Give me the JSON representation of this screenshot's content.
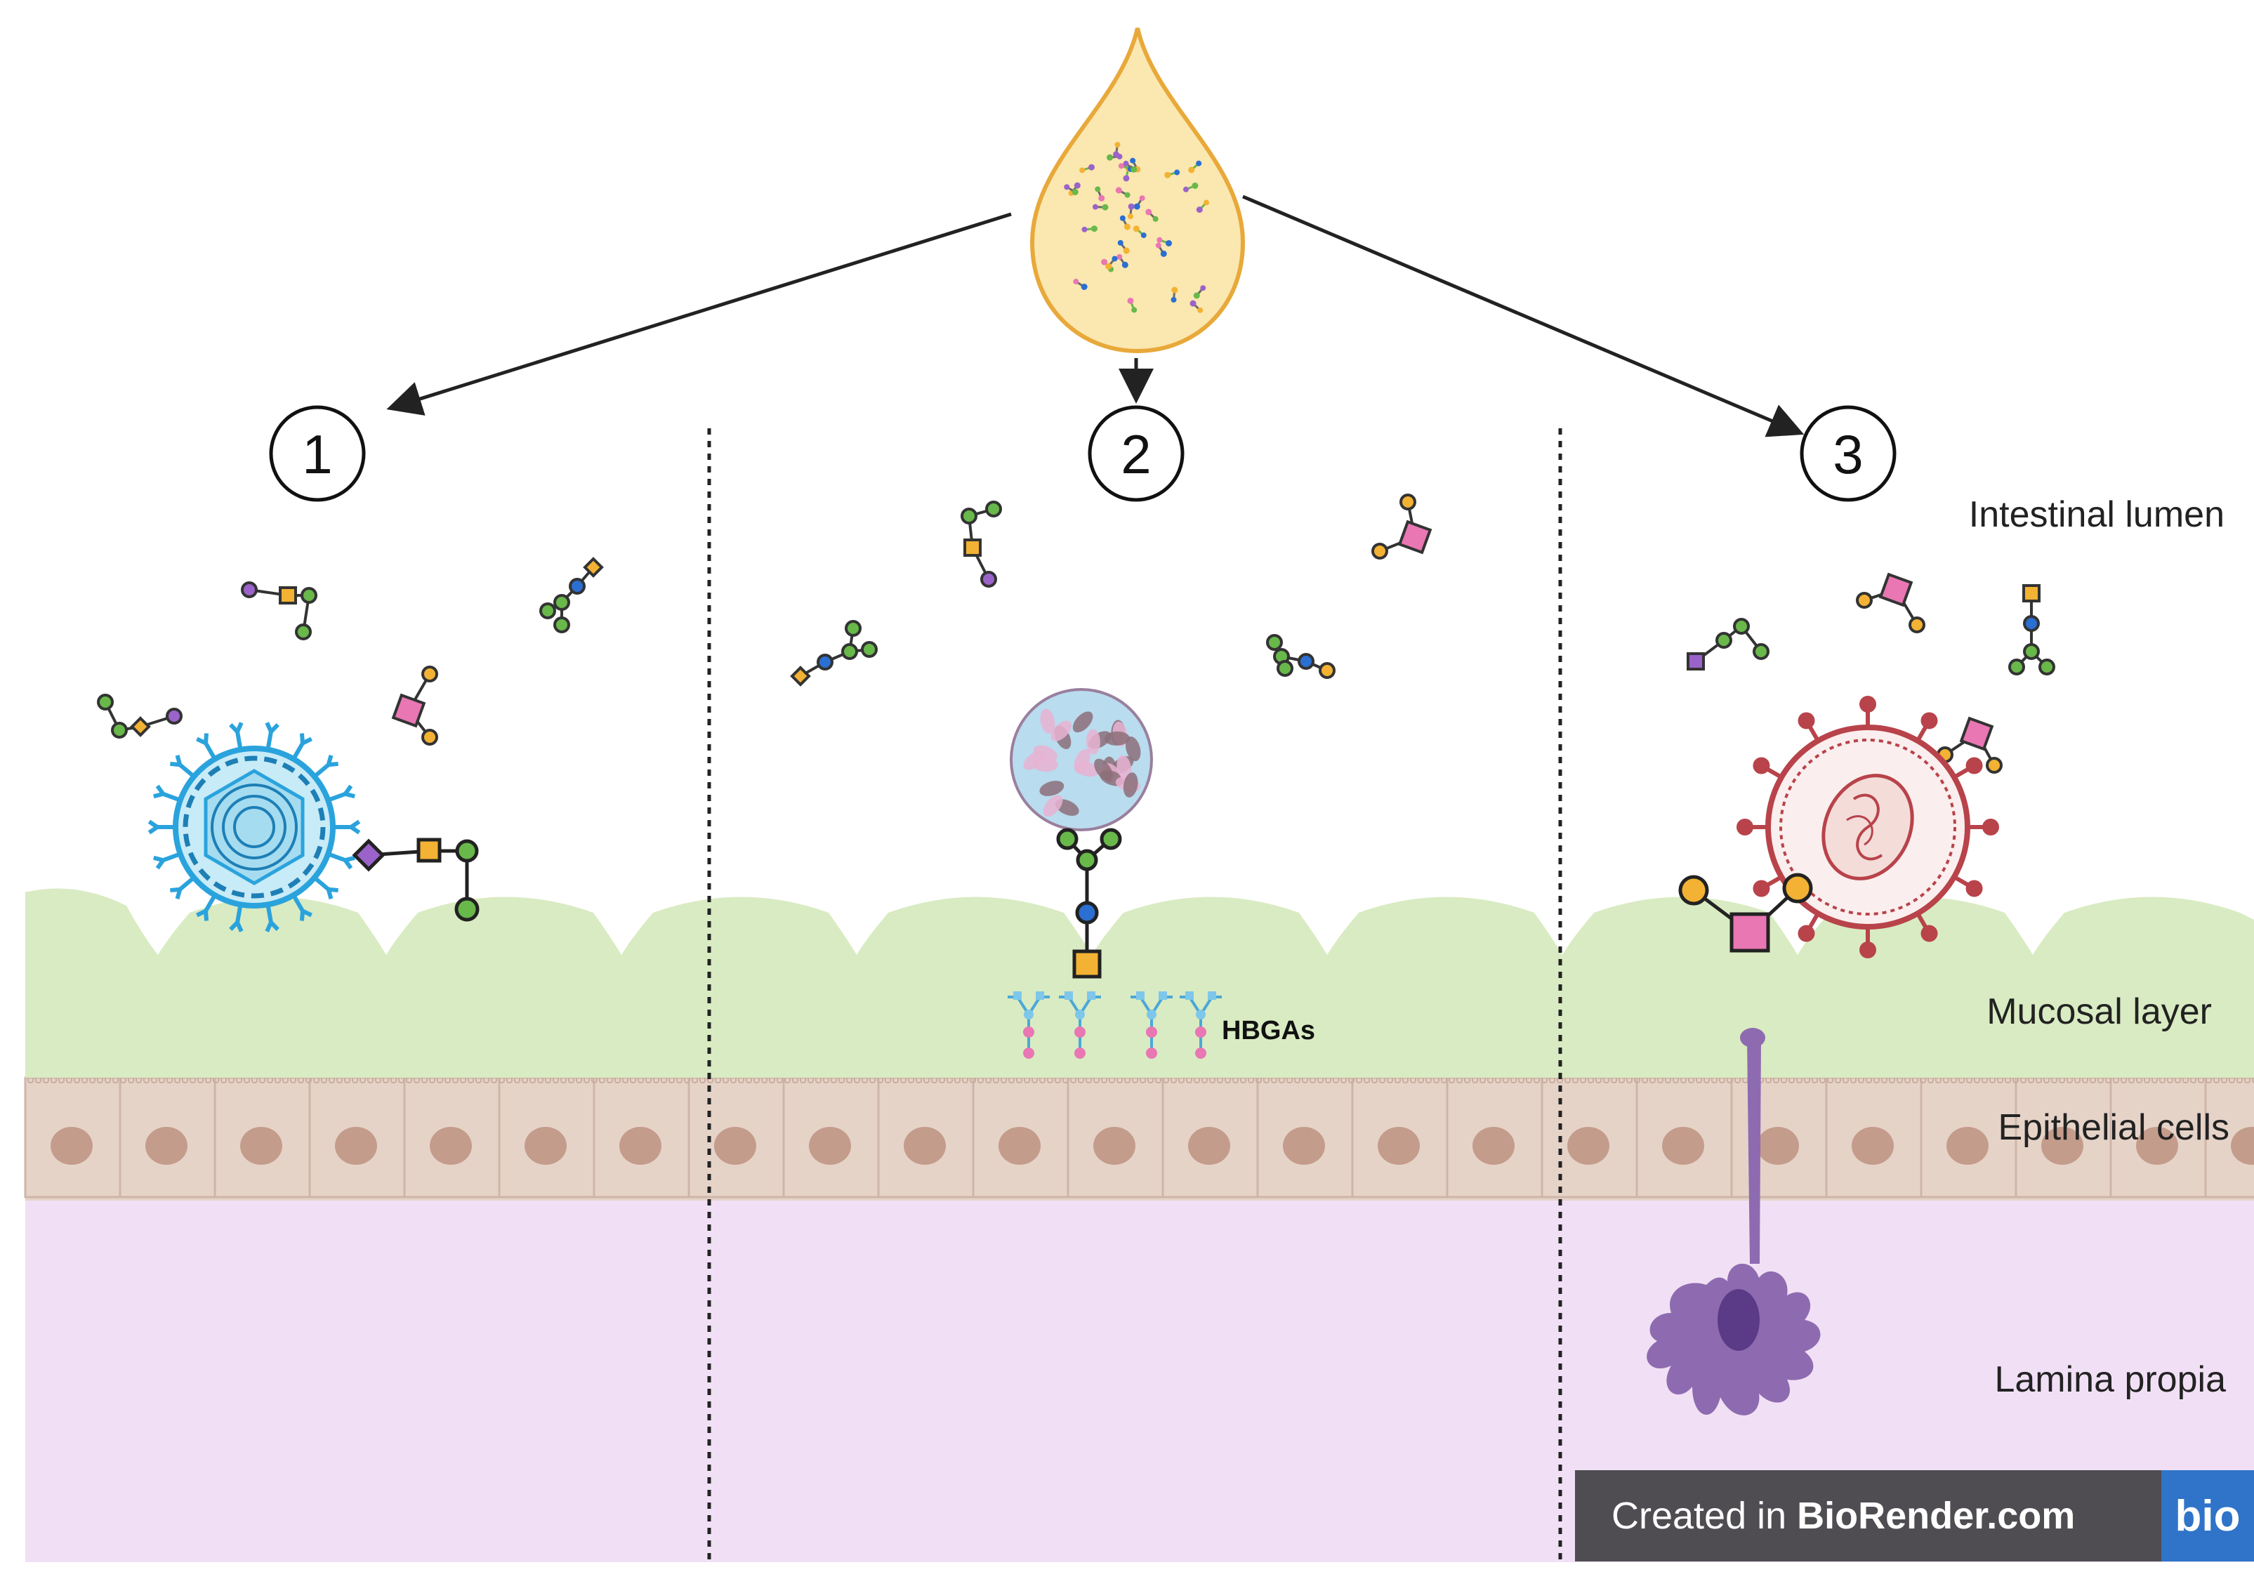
{
  "panel_numbers": [
    "1",
    "2",
    "3"
  ],
  "labels": {
    "intestinal_lumen": "Intestinal lumen",
    "mucosal_layer": "Mucosal layer",
    "epithelial_cells": "Epithelial cells",
    "lamina_propria": "Lamina propia",
    "hbgas": "HBGAs"
  },
  "badge": {
    "prefix": "Created in ",
    "brand": "BioRender.com",
    "logo": "bio"
  },
  "icons": {
    "droplet": "milk-droplet-icon",
    "virus_1": "enveloped-virus-icon",
    "virus_2": "norovirus-capsid-icon",
    "virus_3": "coronavirus-icon",
    "immune_cell": "dendritic-cell-icon"
  },
  "colors": {
    "mucosa": "#d9ebc2",
    "epithelium": "#e6d3c8",
    "nucleus": "#c49c8c",
    "lamina": "#f1e0f5",
    "droplet": "#fbe7b0",
    "sugar_yellow": "#f3b233",
    "sugar_green": "#68b84a",
    "sugar_blue": "#2a6fd1",
    "sugar_purple": "#9b63c9",
    "sugar_pink": "#e877b3",
    "virus_blue": "#2aa3dd",
    "virus_red": "#b8434a",
    "dendritic": "#8e6bb0",
    "badge": "#4f4d52"
  }
}
